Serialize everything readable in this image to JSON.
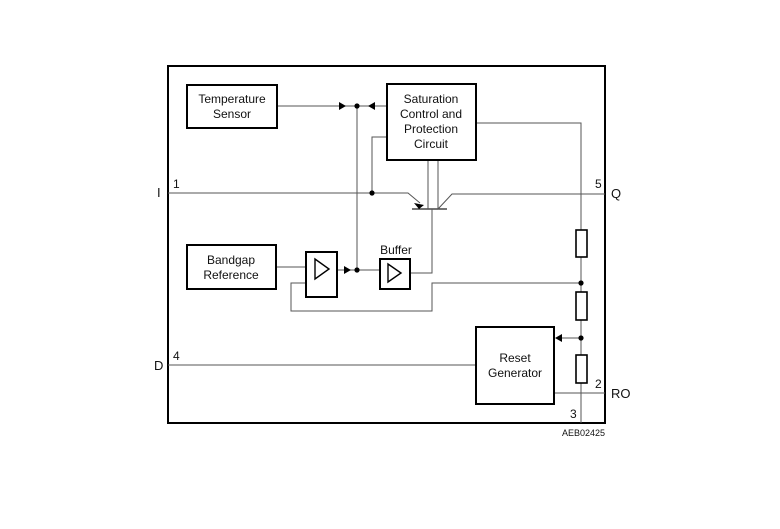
{
  "blocks": {
    "temperature_sensor": [
      "Temperature",
      "Sensor"
    ],
    "saturation_control": [
      "Saturation",
      "Control and",
      "Protection",
      "Circuit"
    ],
    "bandgap_reference": [
      "Bandgap",
      "Reference"
    ],
    "buffer": "Buffer",
    "reset_generator": [
      "Reset",
      "Generator"
    ]
  },
  "pins": {
    "input": {
      "name": "I",
      "number": "1"
    },
    "output": {
      "name": "Q",
      "number": "5"
    },
    "delay": {
      "name": "D",
      "number": "4"
    },
    "reset_output": {
      "name": "RO",
      "number": "2"
    },
    "ground": {
      "number": "3"
    }
  },
  "figure_code": "AEB02425"
}
